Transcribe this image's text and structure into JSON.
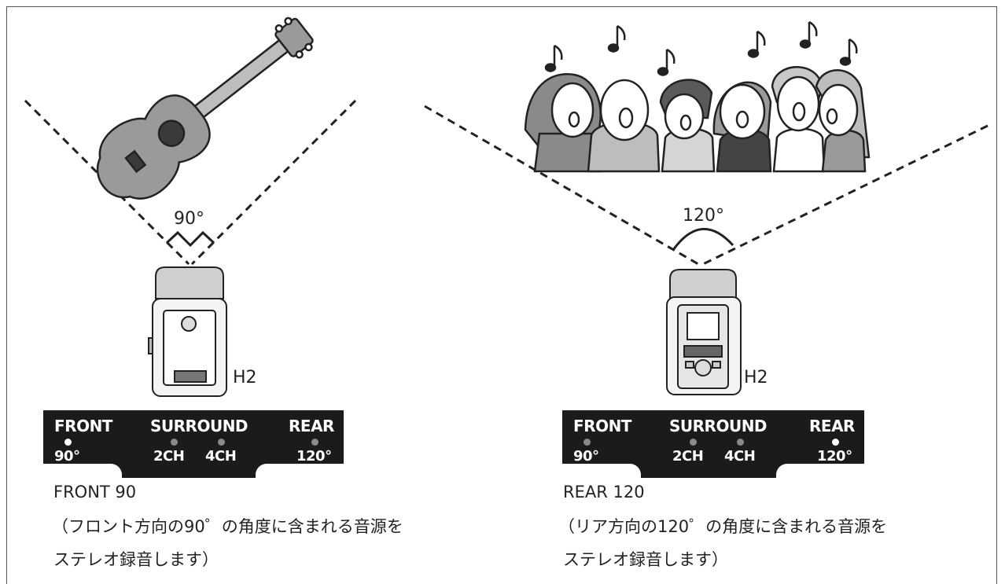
{
  "left": {
    "angle_label": "90°",
    "device_label": "H2",
    "panel": {
      "front_label": "FRONT",
      "surround_label": "SURROUND",
      "rear_label": "REAR",
      "front_value": "90°",
      "ch2_label": "2CH",
      "ch4_label": "4CH",
      "rear_value": "120°",
      "lit": "front"
    },
    "mode_title": "FRONT 90",
    "description_line1": "（フロント方向の90゜の角度に含まれる音源を",
    "description_line2": "ステレオ録音します）"
  },
  "right": {
    "angle_label": "120°",
    "device_label": "H2",
    "panel": {
      "front_label": "FRONT",
      "surround_label": "SURROUND",
      "rear_label": "REAR",
      "front_value": "90°",
      "ch2_label": "2CH",
      "ch4_label": "4CH",
      "rear_value": "120°",
      "lit": "rear"
    },
    "mode_title": "REAR 120",
    "description_line1": "（リア方向の120゜の角度に含まれる音源を",
    "description_line2": "ステレオ録音します）"
  },
  "colors": {
    "panel_bg": "#1b1b1b",
    "ink": "#222222"
  },
  "icons": [
    "guitar-icon",
    "choir-icon",
    "music-note-icon",
    "recorder-icon"
  ]
}
